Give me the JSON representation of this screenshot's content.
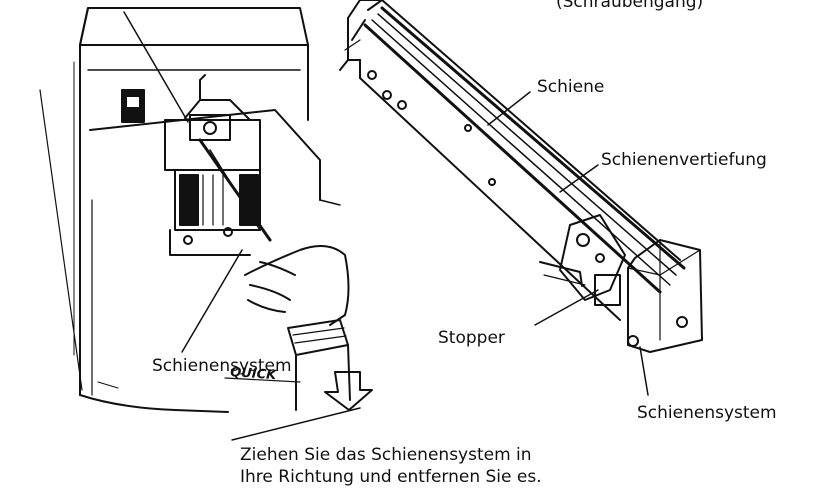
{
  "labels": {
    "top_partial": "(Schraubengang)",
    "schiene": "Schiene",
    "schienenvertiefung": "Schienenvertiefung",
    "stopper": "Stopper",
    "schienensystem_left": "Schienensystem",
    "schienensystem_right": "Schienensystem"
  },
  "machine_brand": "QUICK",
  "caption": {
    "line1": "Ziehen Sie das Schienensystem in",
    "line2": "Ihre Richtung und entfernen Sie es."
  }
}
